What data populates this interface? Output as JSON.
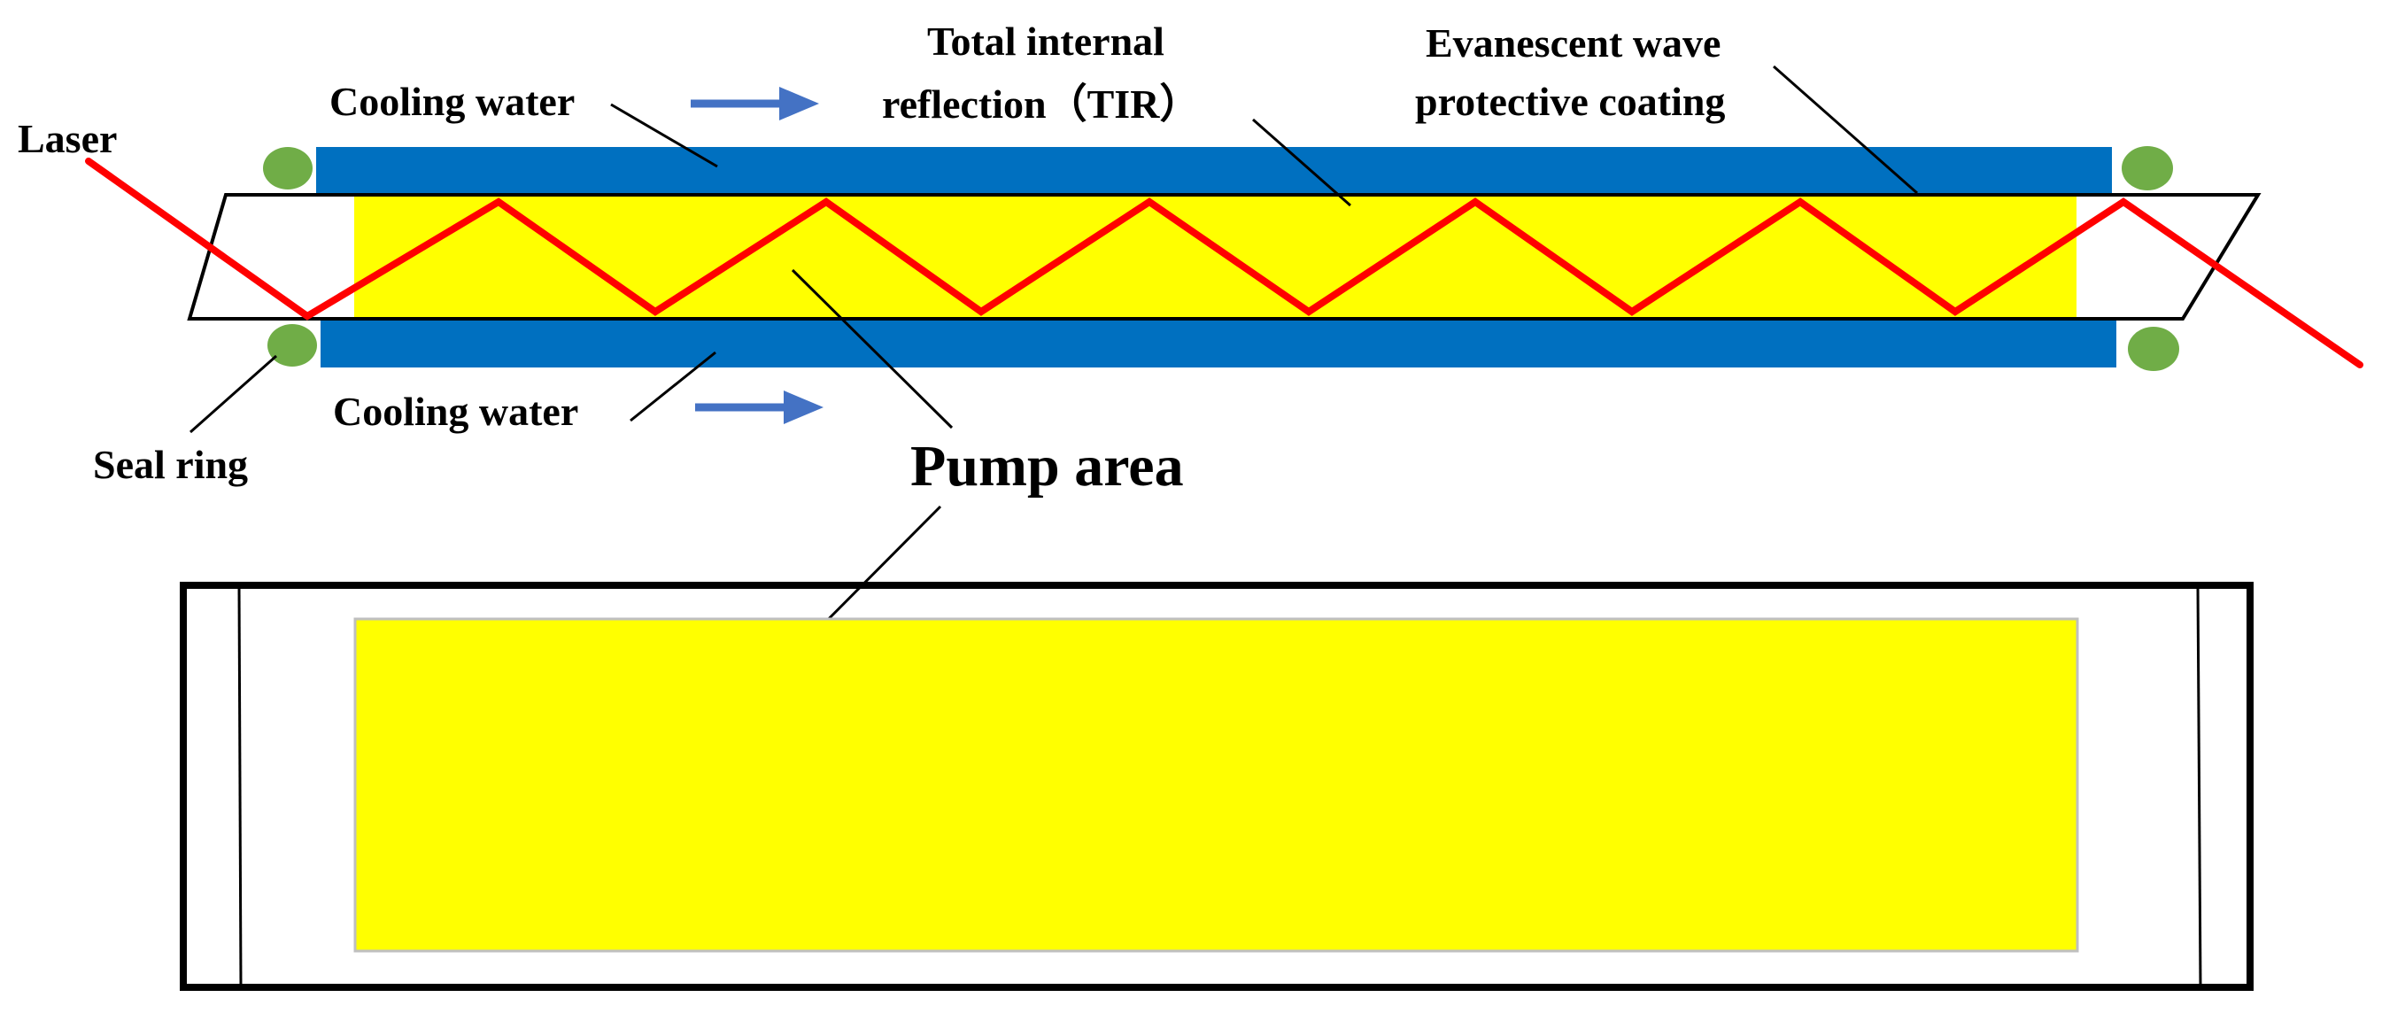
{
  "labels": {
    "laser": "Laser",
    "cooling_water_top": "Cooling water",
    "cooling_water_bottom": "Cooling water",
    "tir_line1": "Total internal",
    "tir_line2": "reflection（TIR）",
    "coating_line1": "Evanescent wave",
    "coating_line2": "protective coating",
    "seal_ring": "Seal ring",
    "pump_area": "Pump area"
  },
  "colors": {
    "cooling_water": "#0070c0",
    "pump_area": "#ffff00",
    "laser_beam": "#ff0000",
    "seal_ring": "#70ad47",
    "flow_arrow": "#4472c4",
    "outline": "#000000"
  }
}
